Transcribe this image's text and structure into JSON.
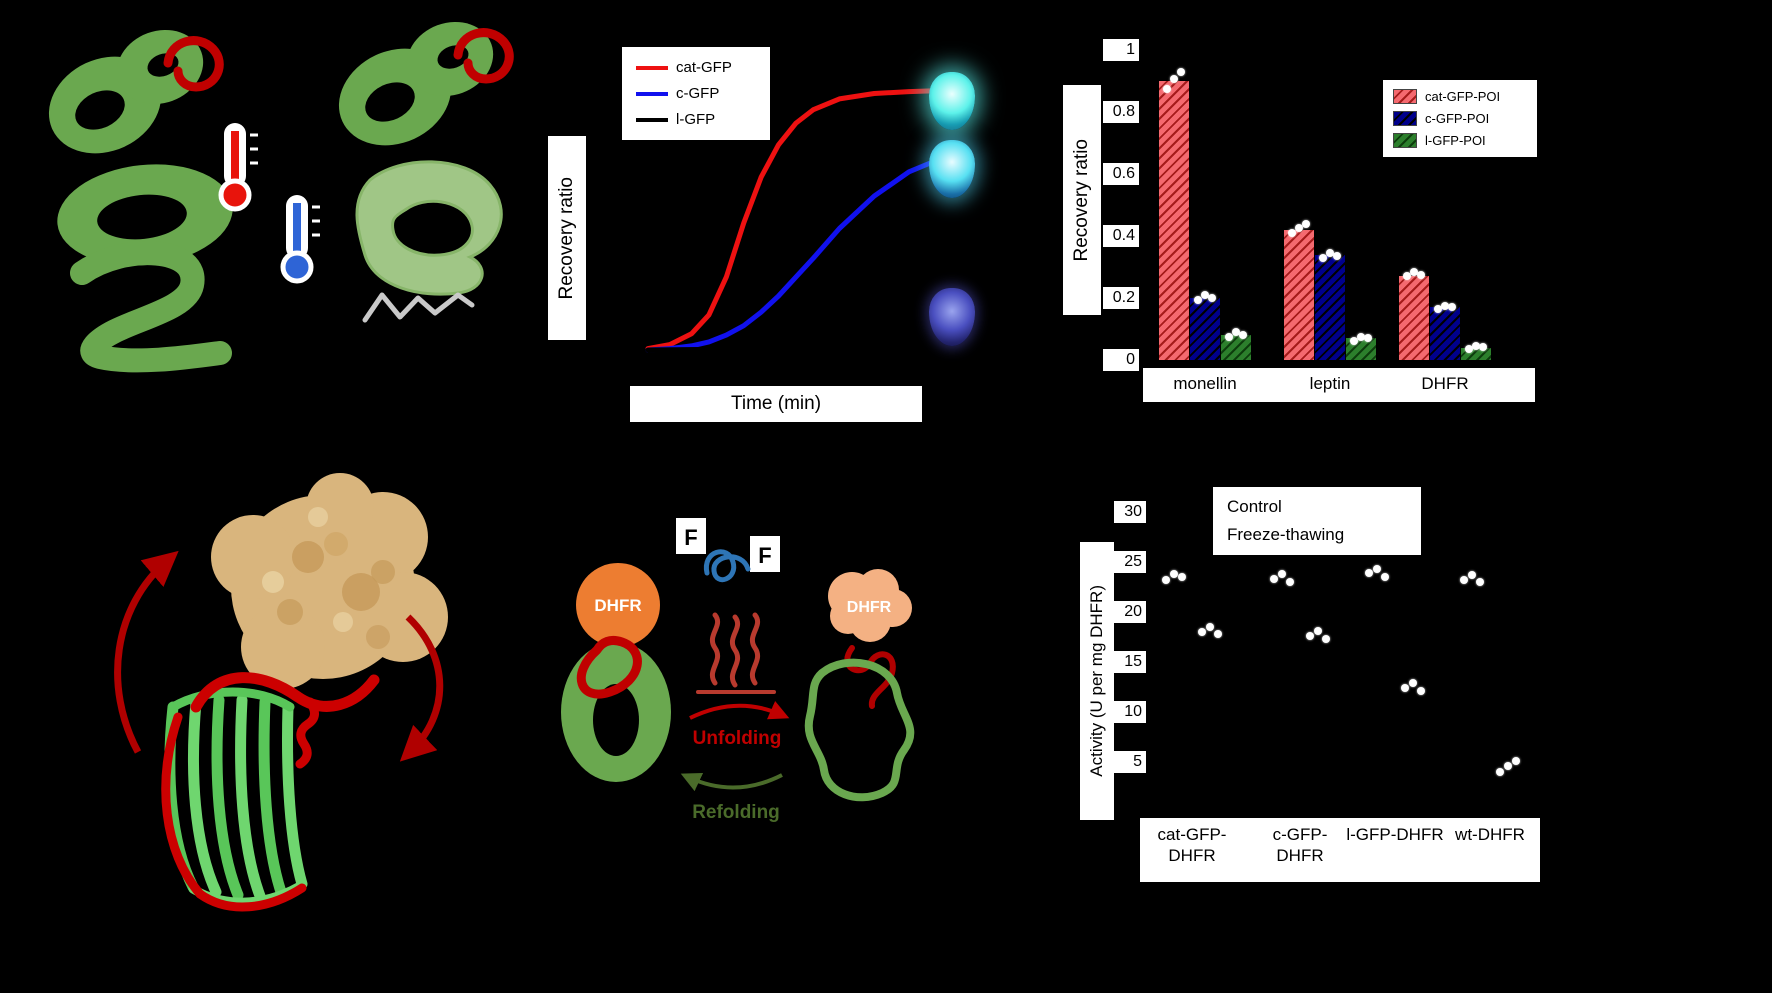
{
  "chart_data": [
    {
      "id": "recovery-kinetics",
      "type": "line",
      "xlabel": "Time (min)",
      "ylabel": "Recovery ratio",
      "xlim": [
        0,
        66
      ],
      "ylim": [
        0,
        1
      ],
      "grid": false,
      "legend_position": "upper-left",
      "series": [
        {
          "name": "cat-GFP",
          "color": "#ee1111",
          "x": [
            0,
            5,
            10,
            14,
            18,
            22,
            26,
            30,
            34,
            38,
            44,
            52,
            60,
            66
          ],
          "y": [
            0.005,
            0.02,
            0.06,
            0.13,
            0.27,
            0.47,
            0.64,
            0.76,
            0.84,
            0.89,
            0.93,
            0.95,
            0.957,
            0.96
          ]
        },
        {
          "name": "c-GFP",
          "color": "#1111ee",
          "x": [
            0,
            5,
            10,
            14,
            18,
            22,
            26,
            30,
            34,
            38,
            44,
            52,
            60,
            66
          ],
          "y": [
            0.0,
            0.005,
            0.015,
            0.03,
            0.055,
            0.09,
            0.14,
            0.2,
            0.27,
            0.34,
            0.45,
            0.57,
            0.66,
            0.7
          ]
        },
        {
          "name": "l-GFP",
          "color": "#000000",
          "x": [
            0,
            66
          ],
          "y": [
            0.0,
            0.01
          ]
        }
      ]
    },
    {
      "id": "recovery-by-poi",
      "type": "bar",
      "ylabel": "Recovery ratio",
      "ylim": [
        0,
        1
      ],
      "yticks": [
        0,
        0.2,
        0.4,
        0.6,
        0.8,
        1
      ],
      "categories": [
        "monellin",
        "leptin",
        "DHFR"
      ],
      "legend_position": "upper-right",
      "series": [
        {
          "name": "cat-GFP-POI",
          "color": "#f4696f",
          "hatch": "#a61b1b",
          "values": [
            0.9,
            0.42,
            0.27
          ]
        },
        {
          "name": "c-GFP-POI",
          "color": "#00008b",
          "hatch": "#000000",
          "values": [
            0.2,
            0.34,
            0.17
          ]
        },
        {
          "name": "l-GFP-POI",
          "color": "#2c7f2c",
          "hatch": "#0d3d0d",
          "values": [
            0.08,
            0.07,
            0.04
          ]
        }
      ],
      "points": [
        [
          [
            0.875,
            0.905,
            0.93
          ],
          [
            0.41,
            0.425,
            0.44
          ],
          [
            0.27,
            0.285,
            0.275
          ]
        ],
        [
          [
            0.195,
            0.21,
            0.2
          ],
          [
            0.33,
            0.345,
            0.335
          ],
          [
            0.165,
            0.175,
            0.17
          ]
        ],
        [
          [
            0.075,
            0.09,
            0.08
          ],
          [
            0.06,
            0.075,
            0.07
          ],
          [
            0.035,
            0.045,
            0.042
          ]
        ]
      ]
    },
    {
      "id": "dhfr-activity",
      "type": "scatter",
      "ylabel": "Activity (U per mg DHFR)",
      "ylim": [
        0,
        32
      ],
      "yticks": [
        5,
        10,
        15,
        20,
        25,
        30
      ],
      "categories": [
        "cat-GFP-\nDHFR",
        "c-GFP-\nDHFR",
        "l-GFP-DHFR",
        "wt-DHFR"
      ],
      "legend_position": "upper-center",
      "series": [
        {
          "name": "Control",
          "values": [
            [
              23.2,
              23.8,
              23.5
            ],
            [
              23.3,
              23.8,
              23.0
            ],
            [
              23.9,
              24.3,
              23.5
            ],
            [
              23.2,
              23.7,
              23.0
            ]
          ]
        },
        {
          "name": "Freeze-thawing",
          "values": [
            [
              18.0,
              18.5,
              17.8
            ],
            [
              17.6,
              18.1,
              17.3
            ],
            [
              12.4,
              12.9,
              12.1
            ],
            [
              4.0,
              4.6,
              5.1
            ]
          ]
        }
      ]
    }
  ],
  "panel_b": {
    "ylabel": "Recovery ratio",
    "xlabel": "Time (min)"
  },
  "panel_c": {
    "ylabel": "Recovery ratio"
  },
  "panel_e": {
    "dhfr_left": "DHFR",
    "dhfr_right": "DHFR",
    "flag1": "F",
    "flag2": "F",
    "unfolding": "Unfolding",
    "refolding": "Refolding"
  },
  "panel_f": {
    "ylabel": "Activity (U per mg DHFR)"
  },
  "colors": {
    "gfp_green": "#6aa84f",
    "light_green": "#a9d18e",
    "loop_red": "#c00000",
    "dhfr_orange": "#ed7d31",
    "dhfr_faded_orange": "#f4b183",
    "hot_thermometer": "#e8140c",
    "cold_thermometer": "#2e64d6",
    "tube_glow_cyan": "#5df2ea",
    "tube_dim_violet": "#4a4fc0",
    "surface_tan": "#d9b57d"
  },
  "icons": {
    "hot-thermometer-icon": "red thermometer",
    "cold-thermometer-icon": "blue thermometer",
    "glowing-tube-icon": "fluorescent sample tube",
    "heat-waves-icon": "red heat squiggles",
    "rotation-arrow-icon": "curved red arrow"
  }
}
